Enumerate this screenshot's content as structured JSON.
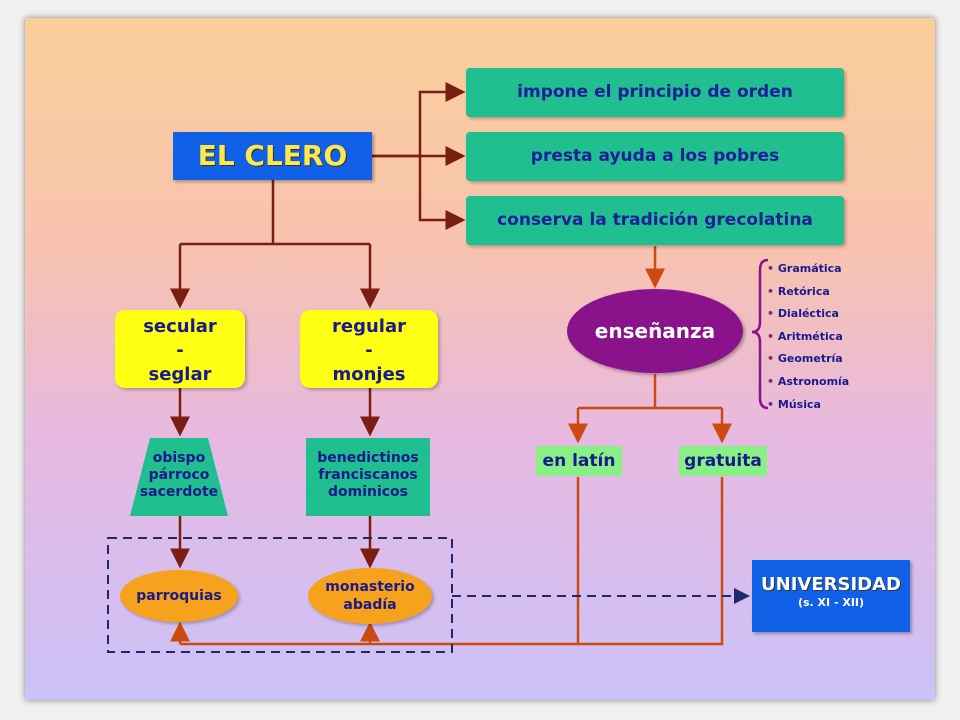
{
  "title": "EL CLERO",
  "functions": [
    "impone el principio de orden",
    "presta ayuda a los pobres",
    "conserva la tradición grecolatina"
  ],
  "secular": {
    "line1": "secular",
    "line2": "-",
    "line3": "seglar"
  },
  "regular": {
    "line1": "regular",
    "line2": "-",
    "line3": "monjes"
  },
  "secular_roles": [
    "obispo",
    "párroco",
    "sacerdote"
  ],
  "regular_orders": [
    "benedictinos",
    "franciscanos",
    "dominicos"
  ],
  "parroquias": "parroquias",
  "monasterio": {
    "line1": "monasterio",
    "line2": "abadía"
  },
  "ensenanza": "enseñanza",
  "subjects": [
    "Gramática",
    "Retórica",
    "Dialéctica",
    "Aritmética",
    "Geometría",
    "Astronomía",
    "Música"
  ],
  "latin": "en latín",
  "gratuita": "gratuita",
  "universidad": {
    "title": "UNIVERSIDAD",
    "subtitle": "(s. XI - XII)"
  },
  "colors": {
    "arrow_brown": "#7a1e12",
    "arrow_orange": "#cc4a10",
    "dash_navy": "#1e2a6e",
    "green": "#1fbf8f",
    "yellow": "#ffff14",
    "purple": "#8a128a",
    "blue": "#1060e8"
  }
}
